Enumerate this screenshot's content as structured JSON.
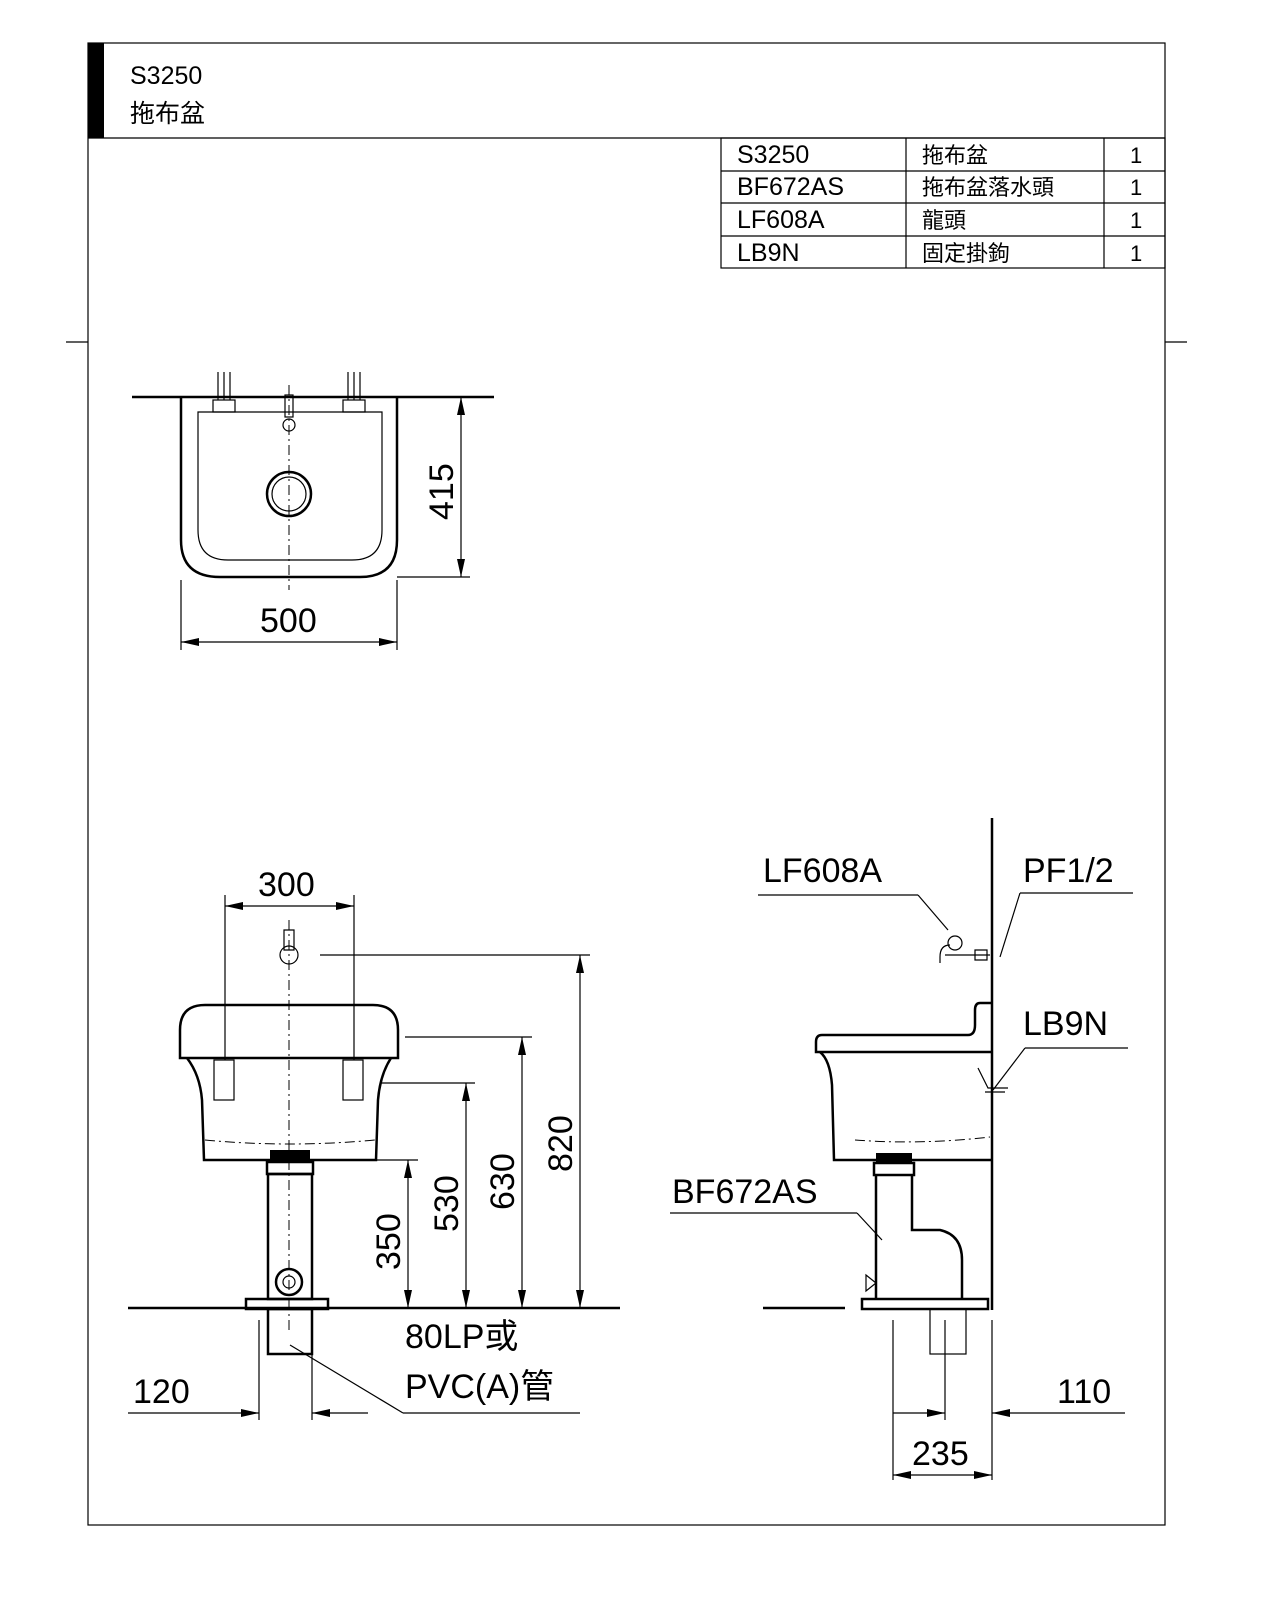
{
  "title": {
    "model": "S3250",
    "name": "拖布盆"
  },
  "parts_table": [
    {
      "code": "S3250",
      "name": "拖布盆",
      "qty": "1"
    },
    {
      "code": "BF672AS",
      "name": "拖布盆落水頭",
      "qty": "1"
    },
    {
      "code": "LF608A",
      "name": "龍頭",
      "qty": "1"
    },
    {
      "code": "LB9N",
      "name": "固定掛鉤",
      "qty": "1"
    }
  ],
  "top_view": {
    "width_dim": "500",
    "depth_dim": "415"
  },
  "front_view": {
    "dims": {
      "tap_spacing": "300",
      "h_350": "350",
      "h_530": "530",
      "h_630": "630",
      "h_820": "820",
      "offset_120": "120"
    },
    "pipe_note_line1": "80LP或",
    "pipe_note_line2": "PVC(A)管"
  },
  "side_view": {
    "labels": {
      "faucet": "LF608A",
      "thread": "PF1/2",
      "hook": "LB9N",
      "drain": "BF672AS"
    },
    "dims": {
      "d_110": "110",
      "d_235": "235"
    }
  }
}
